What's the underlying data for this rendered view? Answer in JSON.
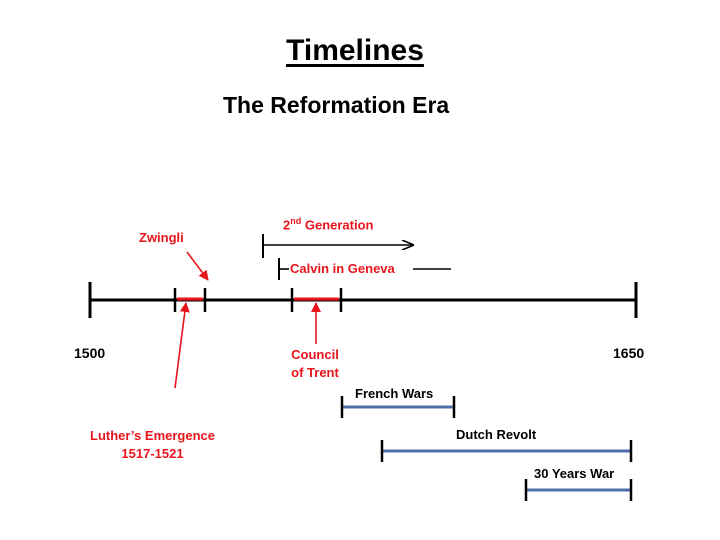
{
  "title": "Timelines",
  "subtitle": "The Reformation Era",
  "axis": {
    "start_label": "1500",
    "end_label": "1650"
  },
  "events_red": {
    "zwingli": "Zwingli",
    "second_generation": {
      "prefix": "2",
      "superscript": "nd",
      "suffix": " Generation"
    },
    "calvin": "Calvin in Geneva",
    "council_line1": "Council",
    "council_line2": "of Trent",
    "luther_line1": "Luther’s Emergence",
    "luther_line2": "1517-1521"
  },
  "wars": {
    "french": "French Wars",
    "dutch": "Dutch Revolt",
    "thirty_years": "30 Years War"
  },
  "colors": {
    "red": "#e8141b",
    "black": "#000000",
    "bar": "#4f6fa8"
  }
}
